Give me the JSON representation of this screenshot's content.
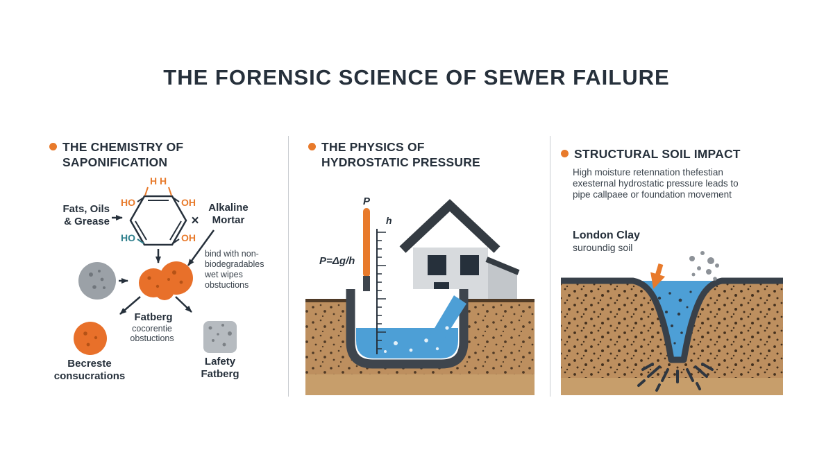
{
  "title": "THE FORENSIC SCIENCE OF SEWER FAILURE",
  "panels": {
    "chemistry": {
      "heading": [
        "THE CHEMISTRY OF",
        "SAPONIFICATION"
      ],
      "hex": {
        "top": "H H",
        "top_left": "HO",
        "top_right": "OH",
        "bottom_left": "HO",
        "bottom_right": "OH"
      },
      "fats_label": [
        "Fats, Oils",
        "& Grease"
      ],
      "times_sign": "×",
      "alkaline_label": [
        "Alkaline",
        "Mortar"
      ],
      "bind_note": [
        "bind with non-",
        "biodegradables",
        "wet wipes",
        "obstuctions"
      ],
      "fatberg_label": "Fatberg",
      "fatberg_note": [
        "cocorentie",
        "obstuctions"
      ],
      "becreste_label": [
        "Becreste",
        "consucrations"
      ],
      "lafety_label": [
        "Lafety",
        "Fatberg"
      ]
    },
    "physics": {
      "heading": [
        "THE PHYSICS OF",
        "HYDROSTATIC PRESSURE"
      ],
      "pressure_symbol": "P",
      "height_symbol": "h",
      "formula": "P=Δg/h"
    },
    "soil": {
      "heading": "STRUCTURAL SOIL IMPACT",
      "body": [
        "High moisture retennation thefestian",
        "exesternal hydrostatic pressure leads to",
        "pipe callpaee or foundation movement"
      ],
      "clay_label": "London Clay",
      "clay_sub": "suroundig soil"
    }
  },
  "colors": {
    "accent_orange": "#E87A2B",
    "fatberg_orange": "#E8702A",
    "dark_text": "#26303B",
    "soil_tan": "#BD8F5F",
    "water_blue": "#4D9FD6",
    "lining_gray": "#3E454D",
    "teal": "#2E7F8C"
  }
}
